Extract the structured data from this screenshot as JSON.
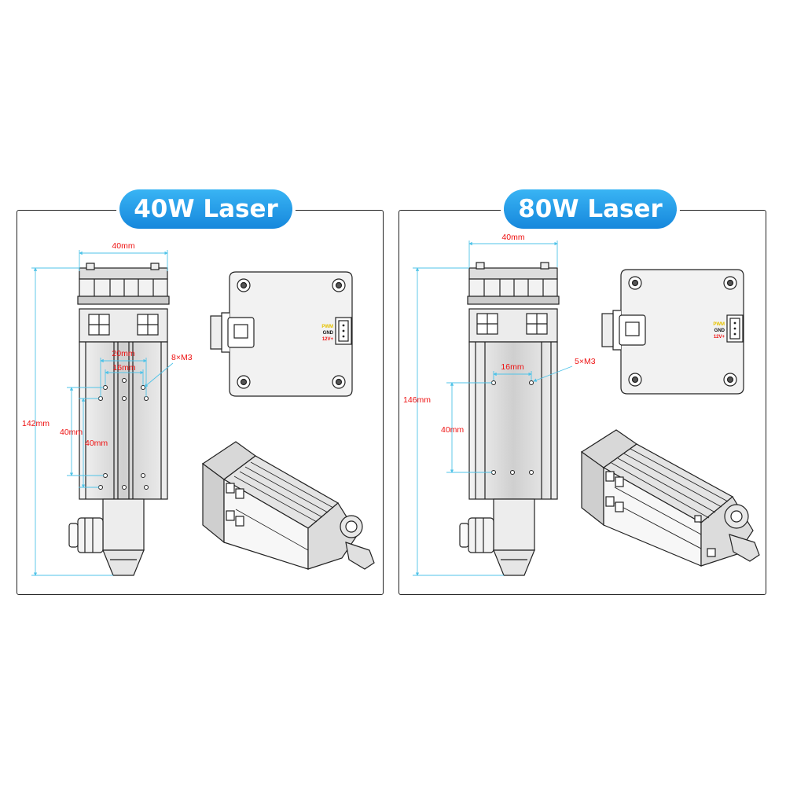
{
  "laser40": {
    "title": "40W Laser",
    "width_label": "40mm",
    "height_label": "142mm",
    "hole_spacing_outer": "20mm",
    "hole_spacing_inner": "16mm",
    "hole_spec": "8×M3",
    "vertical_outer": "40mm",
    "vertical_inner": "40mm",
    "pins": [
      "PWM",
      "GND",
      "12V+"
    ]
  },
  "laser80": {
    "title": "80W Laser",
    "width_label": "40mm",
    "height_label": "146mm",
    "hole_spacing": "16mm",
    "hole_spec": "5×M3",
    "vertical": "40mm",
    "pins": [
      "PWM",
      "GND",
      "12V+"
    ]
  },
  "colors": {
    "accent": "#1e90e6",
    "dimension_line": "#4fc3e8",
    "dimension_text": "#e11111",
    "pwm_label": "#e6c200",
    "gnd_label": "#111111",
    "v12_label": "#e11111"
  }
}
